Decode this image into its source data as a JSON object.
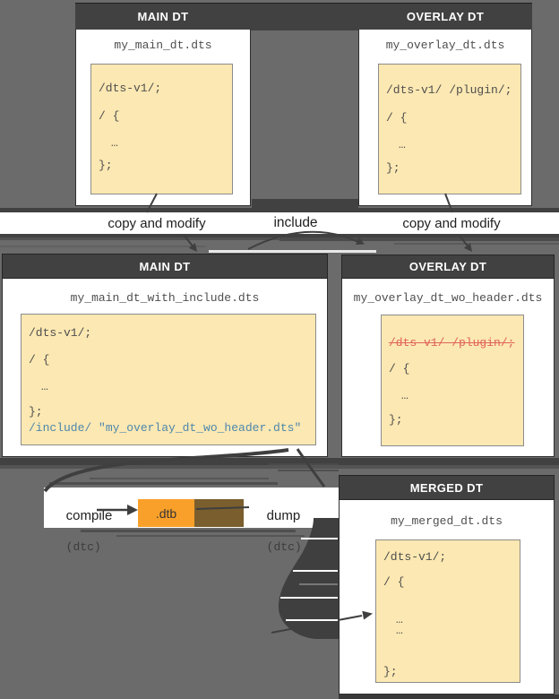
{
  "labels": {
    "copy_left": "copy and modify",
    "include": "include",
    "copy_right": "copy and modify"
  },
  "boxes": {
    "top_main": {
      "header": "MAIN DT",
      "filename": "my_main_dt.dts",
      "code": [
        "/dts-v1/;",
        "/ {",
        "…",
        "};"
      ]
    },
    "top_overlay": {
      "header": "OVERLAY DT",
      "filename": "my_overlay_dt.dts",
      "code": [
        "/dts-v1/ /plugin/;",
        "/ {",
        "…",
        "};"
      ]
    },
    "mid_main": {
      "header": "MAIN DT",
      "filename": "my_main_dt_with_include.dts",
      "code": [
        "/dts-v1/;",
        "/ {",
        "…",
        "};"
      ],
      "include_line": "/include/ \"my_overlay_dt_wo_header.dts\""
    },
    "mid_overlay": {
      "header": "OVERLAY DT",
      "filename": "my_overlay_dt_wo_header.dts",
      "struck_line": "/dts-v1/ /plugin/;",
      "code": [
        "/ {",
        "…",
        "};"
      ]
    },
    "merged": {
      "header": "MERGED DT",
      "filename": "my_merged_dt.dts",
      "code": [
        "/dts-v1/;",
        "/ {",
        "…",
        "…",
        "};"
      ]
    }
  },
  "pipeline": {
    "compile": "compile",
    "compile_tool": "(dtc)",
    "dtb": ".dtb",
    "dump": "dump",
    "dump_tool": "(dtc)"
  },
  "colors": {
    "background": "#6b6b6b",
    "header_dark": "#414141",
    "code_bg_tan": "#fce8b2",
    "include_blue": "#4d87ae",
    "strike_red": "#e0635b",
    "dtb_orange": "#f9a02a",
    "dtb_shadow_brown": "#7a5e2d"
  }
}
